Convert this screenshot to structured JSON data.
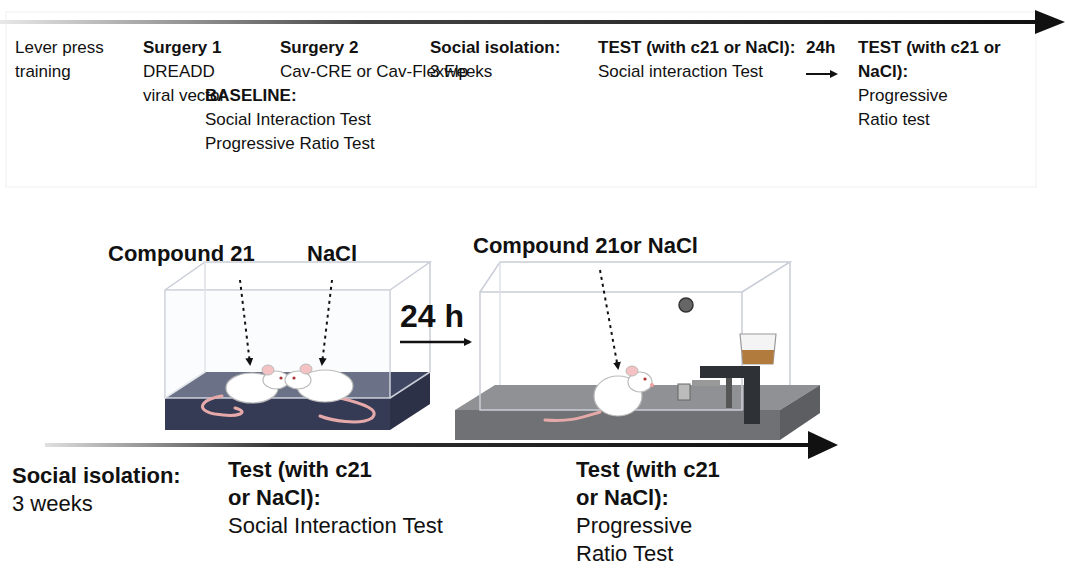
{
  "diagram": {
    "labels": [
      "Lever press training",
      "Surgery 1",
      "DREADD viral vector",
      "Surgery 2",
      "Cav-CRE or Cav-FlexFlp",
      "BASELINE:",
      "Social Interaction Test",
      "Progressive Ratio Test",
      "Social isolation:",
      "3 weeks",
      "TEST (with c21 or NaCl):",
      "Social interaction Test",
      "24h",
      "TEST (with c21 or NaCl):",
      "Progressive Ratio test",
      "Compound 21",
      "NaCl",
      "24 h",
      "Compound 21or NaCl",
      "Social isolation:",
      "3 weeks",
      "Test (with c21 or NaCl):",
      "Social Interaction Test",
      "Test (with c21 or NaCl):",
      "Progressive Ratio Test"
    ]
  }
}
